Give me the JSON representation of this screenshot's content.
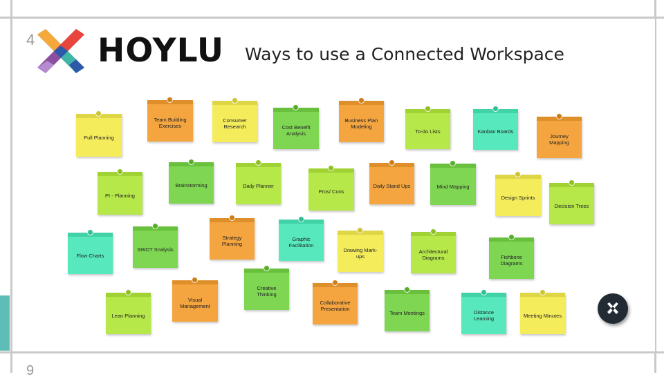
{
  "slide": {
    "number": "4",
    "next_slide_number": "9",
    "brand": "HOYLU",
    "headline": "Ways to use a Connected Workspace"
  },
  "colors": {
    "yellow": "#f5ec5c",
    "orange": "#f5a540",
    "green": "#7fd653",
    "lime": "#b6e84a",
    "teal": "#57e8bd",
    "logo_red": "#e8453c",
    "logo_purple": "#8a4f9e",
    "logo_blue": "#2d5aa8",
    "logo_orange": "#f4a93a",
    "logo_teal": "#3fb6a8"
  },
  "notes": [
    {
      "label": "Pull Planning",
      "color": "yellow"
    },
    {
      "label": "Team Building Exercises",
      "color": "orange"
    },
    {
      "label": "Consumer Research",
      "color": "yellow"
    },
    {
      "label": "Cost Benefit Analysis",
      "color": "green"
    },
    {
      "label": "Business Plan Modeling",
      "color": "orange"
    },
    {
      "label": "To-do Lists",
      "color": "lime"
    },
    {
      "label": "Kanban Boards",
      "color": "teal"
    },
    {
      "label": "Journey Mapping",
      "color": "orange"
    },
    {
      "label": "PI - Planning",
      "color": "lime"
    },
    {
      "label": "Brainstorming",
      "color": "green"
    },
    {
      "label": "Daily Planner",
      "color": "lime"
    },
    {
      "label": "Pros/ Cons",
      "color": "lime"
    },
    {
      "label": "Daily Stand Ups",
      "color": "orange"
    },
    {
      "label": "Mind Mapping",
      "color": "green"
    },
    {
      "label": "Design Sprints",
      "color": "yellow"
    },
    {
      "label": "Decision Trees",
      "color": "lime"
    },
    {
      "label": "Flow Charts",
      "color": "teal"
    },
    {
      "label": "SWOT Snalysis",
      "color": "green"
    },
    {
      "label": "Strategy Planning",
      "color": "orange"
    },
    {
      "label": "Graphic Facilitation",
      "color": "teal"
    },
    {
      "label": "Drawing Mark-ups",
      "color": "yellow"
    },
    {
      "label": "Architectural Diagrams",
      "color": "lime"
    },
    {
      "label": "Fishbone Diagrams",
      "color": "green"
    },
    {
      "label": "Lean Planning",
      "color": "lime"
    },
    {
      "label": "Visual Management",
      "color": "orange"
    },
    {
      "label": "Creative Thinking",
      "color": "green"
    },
    {
      "label": "Collaborative Presentation",
      "color": "orange"
    },
    {
      "label": "Team Meetings",
      "color": "green"
    },
    {
      "label": "Distance Learning",
      "color": "teal"
    },
    {
      "label": "Meeting Minutes",
      "color": "yellow"
    }
  ],
  "fab": {
    "icon": "hoylu-x-icon"
  }
}
